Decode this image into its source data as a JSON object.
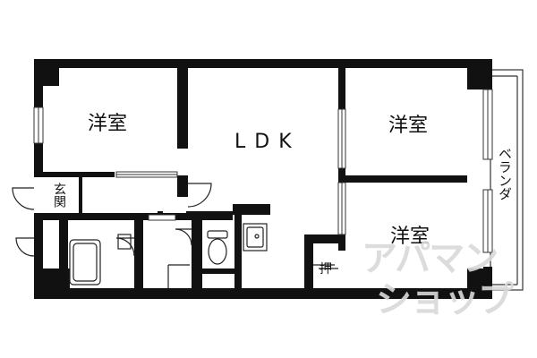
{
  "rooms": {
    "room_left": "洋室",
    "ldk": "LDK",
    "room_right_top": "洋室",
    "room_right_bottom": "洋室",
    "entrance": "玄関",
    "closet": "押",
    "balcony": "ベランダ"
  },
  "watermark": {
    "line1": "アパマン",
    "line2": "ショップ"
  },
  "colors": {
    "wall": "#111111",
    "line": "#222222",
    "watermark": "#d9d9d9"
  }
}
